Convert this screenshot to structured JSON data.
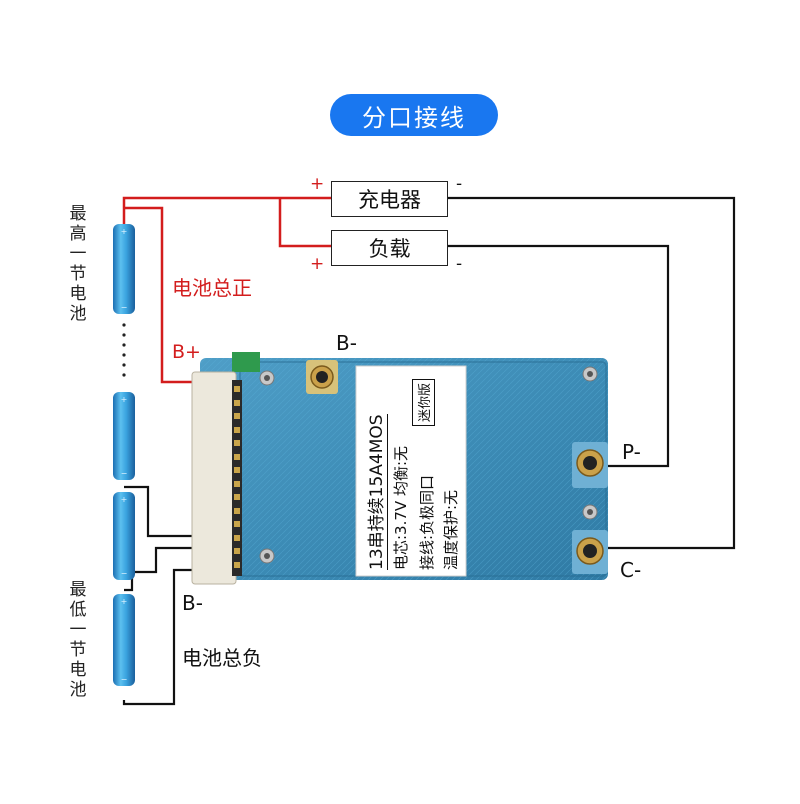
{
  "title": "分口接线",
  "boxes": {
    "charger": "充电器",
    "load": "负载"
  },
  "signs": {
    "plus": "+",
    "minus": "-"
  },
  "labels": {
    "battery_total_positive": "电池总正",
    "battery_total_negative": "电池总负",
    "b_plus": "B+",
    "b_minus_left": "B-",
    "b_minus_top": "B-",
    "p_minus": "P-",
    "c_minus": "C-",
    "highest_cell": "最高一节电池",
    "lowest_cell": "最低一节电池"
  },
  "board": {
    "line1": "13串持续15A4MOS",
    "line2": "电芯:3.7V 均衡:无",
    "line3": "接线:负极同口",
    "line4": "温度保护:无",
    "badge": "迷你版"
  },
  "colors": {
    "accent_blue": "#1977f0",
    "positive_wire": "#d31d1d",
    "negative_wire": "#111111",
    "cell_blue": "#3aa3df",
    "board_blue": "#3f8fb8"
  }
}
